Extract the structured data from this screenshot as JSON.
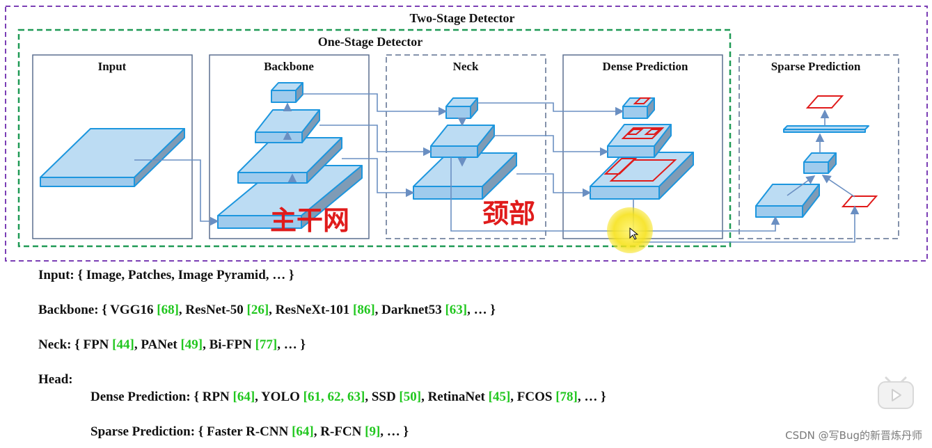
{
  "diagram": {
    "outer_title": "Two-Stage Detector",
    "inner_title": "One-Stage Detector",
    "boxes": {
      "input": "Input",
      "backbone": "Backbone",
      "neck": "Neck",
      "dense": "Dense Prediction",
      "sparse": "Sparse Prediction"
    },
    "annotations": {
      "backbone_cn": "主干网",
      "neck_cn": "颈部"
    },
    "colors": {
      "outer_border": "#7b3fb5",
      "inner_border": "#1f9a55",
      "box_border": "#5b6f8f",
      "block_fill": "#bcdcf3",
      "block_edge": "#1c96de",
      "arrow": "#6a8fc2",
      "annotation": "#e01b1b",
      "reference": "#21c71f"
    }
  },
  "list": {
    "input": {
      "prefix": "Input: { Image, Patches, Image Pyramid, … }"
    },
    "backbone": {
      "p1": "Backbone: { VGG16 ",
      "r1": "[68]",
      "p2": ", ResNet-50 ",
      "r2": "[26]",
      "p3": ", ResNeXt-101 ",
      "r3": "[86]",
      "p4": ", Darknet53 ",
      "r4": "[63]",
      "p5": ", … }"
    },
    "neck": {
      "p1": "Neck: { FPN ",
      "r1": "[44]",
      "p2": ", PANet ",
      "r2": "[49]",
      "p3": ", Bi-FPN ",
      "r3": "[77]",
      "p4": ", … }"
    },
    "head": {
      "label": "Head:"
    },
    "dense": {
      "p1": "Dense Prediction: { RPN ",
      "r1": "[64]",
      "p2": ", YOLO ",
      "r2": "[61, 62, 63]",
      "p3": ", SSD ",
      "r3": "[50]",
      "p4": ", RetinaNet ",
      "r4": "[45]",
      "p5": ", FCOS ",
      "r5": "[78]",
      "p6": ", … }"
    },
    "sparse": {
      "p1": "Sparse Prediction: { Faster R-CNN ",
      "r1": "[64]",
      "p2": ",  R-FCN ",
      "r2": "[9]",
      "p3": ", … }"
    }
  },
  "watermark": "CSDN @写Bug的新晋炼丹师",
  "icons": [
    "cursor-highlight-icon",
    "play-icon"
  ]
}
